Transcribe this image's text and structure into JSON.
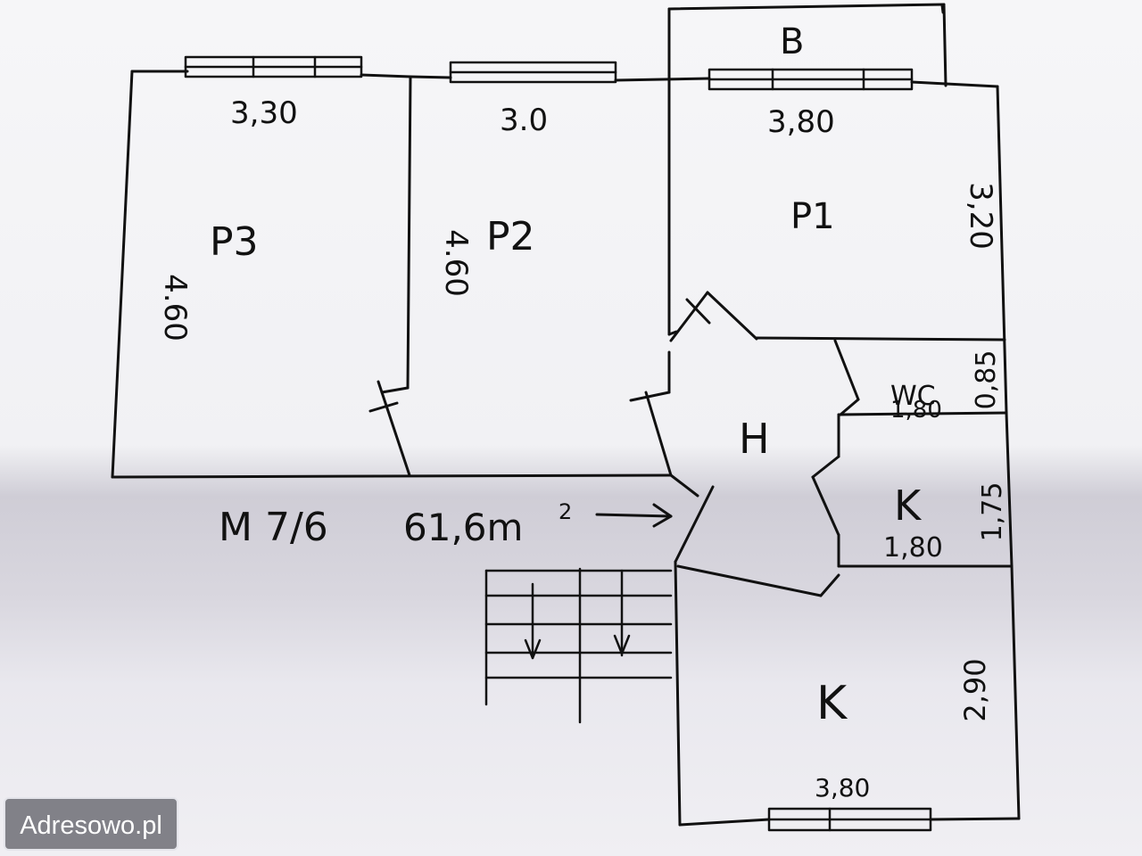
{
  "plan": {
    "rooms": {
      "p3": "P3",
      "p2": "P2",
      "p1": "P1",
      "hall": "H",
      "wc": "WC",
      "small_kitchen": "K",
      "kitchen": "K",
      "balcony": "B"
    },
    "dimensions": {
      "p3_width": "3,30",
      "p2_width": "3.0",
      "p1_width": "3,80",
      "p3_height": "4.60",
      "p2_height": "4.60",
      "p1_height": "3,20",
      "wc_height": "0,85",
      "wc_width": "1,80",
      "small_kitchen_height": "1,75",
      "small_kitchen_width": "1,80",
      "kitchen_height": "2,90",
      "kitchen_width": "3,80"
    },
    "unit_label": "M 7/6",
    "area_value": "61,6m",
    "area_superscript": "2"
  },
  "watermark": {
    "text": "Adresowo.pl"
  },
  "colors": {
    "ink": "#111111",
    "paper": "#f4f4f6",
    "shadow": "#d4d2da",
    "watermark_bg": "#69696f"
  }
}
